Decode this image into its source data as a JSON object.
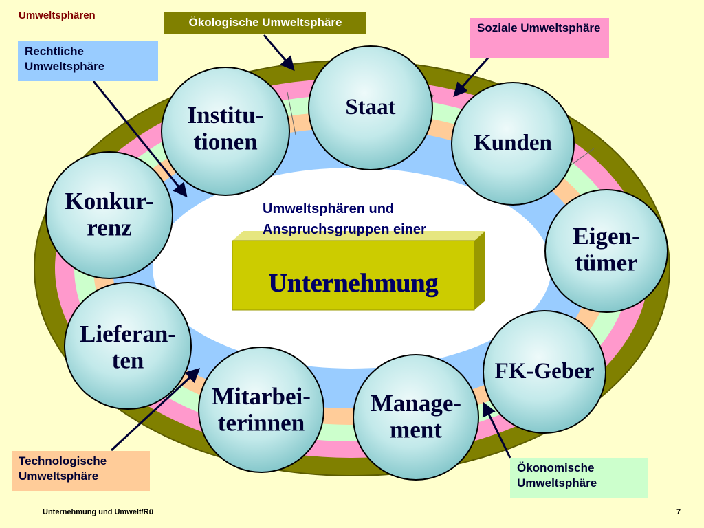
{
  "slide": {
    "title": "Umweltsphären",
    "footer": "Unternehmung und Umwelt/Rü",
    "page": "7"
  },
  "spheres": {
    "oekologisch": {
      "label": "Ökologische Umweltsphäre",
      "color": "#808000"
    },
    "sozial": {
      "label": "Soziale Umweltsphäre",
      "color": "#ff99cc"
    },
    "rechtlich": {
      "label": "Rechtliche Umweltsphäre",
      "color": "#99ccff"
    },
    "technologisch": {
      "label": "Technologische Umweltsphäre",
      "color": "#ffcc99"
    },
    "oekonomisch": {
      "label": "Ökonomische Umweltsphäre",
      "color": "#ccffcc"
    }
  },
  "center": {
    "caption": "Umweltsphären und\nAnspruchsgruppen einer",
    "title": "Unternehmung"
  },
  "groups": [
    {
      "id": "staat",
      "label": "Staat"
    },
    {
      "id": "institutionen",
      "label": "Institu-\ntionen"
    },
    {
      "id": "kunden",
      "label": "Kunden"
    },
    {
      "id": "konkurrenz",
      "label": "Konkur-\nrenz"
    },
    {
      "id": "eigentuemer",
      "label": "Eigen-\ntümer"
    },
    {
      "id": "lieferanten",
      "label": "Lieferan-\nten"
    },
    {
      "id": "fk-geber",
      "label": "FK-Geber"
    },
    {
      "id": "mitarbeiterinnen",
      "label": "Mitarbei-\nterinnen"
    },
    {
      "id": "management",
      "label": "Manage-\nment"
    }
  ]
}
